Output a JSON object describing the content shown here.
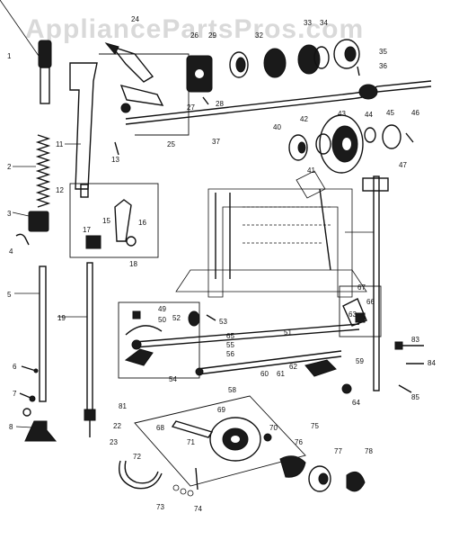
{
  "watermark": "AppliancePartsPros.com",
  "parts": {
    "p1": "1",
    "p2": "2",
    "p3": "3",
    "p4": "4",
    "p5": "5",
    "p6": "6",
    "p7": "7",
    "p8": "8",
    "p11": "11",
    "p12": "12",
    "p13": "13",
    "p15": "15",
    "p16": "16",
    "p17": "17",
    "p18": "18",
    "p19": "19",
    "p22": "22",
    "p23": "23",
    "p24": "24",
    "p25": "25",
    "p26": "26",
    "p27": "27",
    "p28": "28",
    "p29": "29",
    "p32": "32",
    "p33": "33",
    "p34": "34",
    "p35": "35",
    "p36": "36",
    "p37": "37",
    "p40": "40",
    "p41": "41",
    "p42": "42",
    "p43": "43",
    "p44": "44",
    "p45": "45",
    "p46": "46",
    "p47": "47",
    "p49": "49",
    "p50": "50",
    "p51": "51",
    "p52": "52",
    "p53": "53",
    "p54": "54",
    "p55": "55",
    "p56": "56",
    "p58": "58",
    "p59": "59",
    "p60": "60",
    "p61": "61",
    "p62": "62",
    "p63": "63",
    "p64": "64",
    "p65": "65",
    "p66": "66",
    "p67": "67",
    "p68": "68",
    "p69": "69",
    "p70": "70",
    "p71": "71",
    "p72": "72",
    "p73": "73",
    "p74": "74",
    "p75": "75",
    "p76": "76",
    "p77": "77",
    "p78": "78",
    "p81": "81",
    "p83": "83",
    "p84": "84",
    "p85": "85"
  }
}
